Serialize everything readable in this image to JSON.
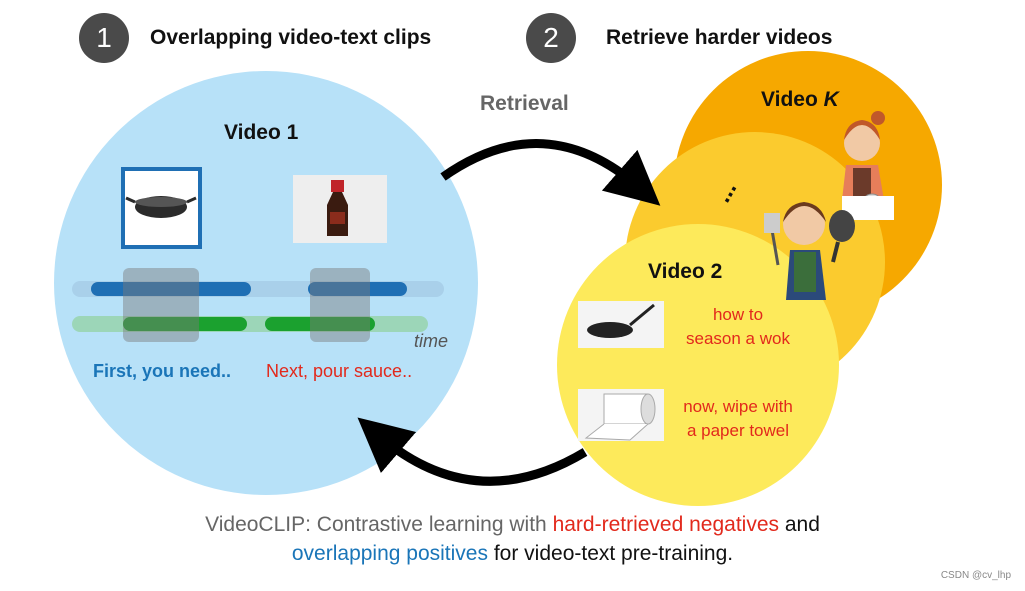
{
  "step1": {
    "number": "1",
    "title": "Overlapping video-text clips"
  },
  "step2": {
    "number": "2",
    "title": "Retrieve harder videos"
  },
  "retrieval_label": "Retrieval",
  "video1": {
    "title": "Video 1",
    "time_label": "time",
    "text_a": "First, you need..",
    "text_b": "Next, pour sauce..",
    "icons": [
      "wok-icon",
      "soy-sauce-bottle-icon"
    ]
  },
  "videoK": {
    "title_prefix": "Video ",
    "title_var": "K"
  },
  "ellipsis": "...",
  "video2": {
    "title": "Video 2",
    "clip1": {
      "line1": "how to",
      "line2": "season a wok"
    },
    "clip2": {
      "line1": "now, wipe with",
      "line2": "a paper towel"
    },
    "icons": [
      "frying-pan-icon",
      "paper-towel-icon"
    ]
  },
  "caption": {
    "line1_a": "VideoCLIP: Contrastive learning with ",
    "line1_b": "hard-retrieved negatives",
    "line1_c": " and",
    "line2_a": "overlapping positives",
    "line2_b": " for video-text pre-training."
  },
  "watermark": "CSDN @cv_lhp",
  "colors": {
    "video1_circle": "#b7e1f8",
    "videoK_circle": "#f6a800",
    "middle_circle": "#fbcb2e",
    "video2_circle": "#fdea5b",
    "video_bar_light": "#a9d0ea",
    "video_bar_dark": "#1f6fb4",
    "text_bar_light": "#9cd6b8",
    "text_bar_dark": "#1ba12f",
    "overlap_box": "#7a7a7a",
    "blue_text": "#1a75b8",
    "red_text": "#e2291c",
    "badge": "#4a4a4a"
  }
}
